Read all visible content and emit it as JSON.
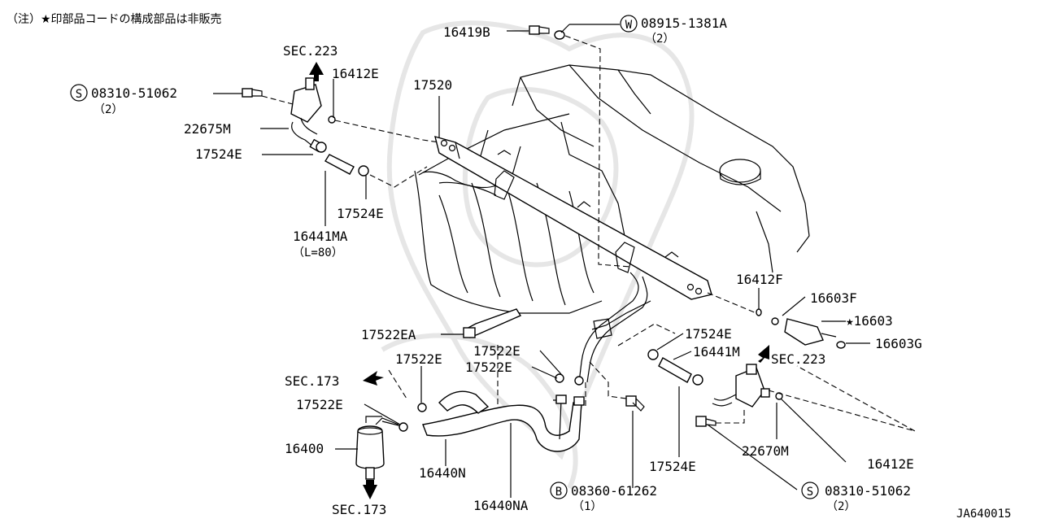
{
  "note": "（注）★印部品コードの構成部品は非販売",
  "drawing_id": "JA640015",
  "labels": {
    "p16419B": "16419B",
    "w08915": "08915-1381A",
    "w08915_qty": "（2）",
    "sec223_top": "SEC.223",
    "s08310_top": "08310-51062",
    "s08310_top_qty": "（2）",
    "p16412E_top": "16412E",
    "p17520": "17520",
    "p22675M": "22675M",
    "p17524E_a": "17524E",
    "p17524E_b": "17524E",
    "p16441MA": "16441MA",
    "p16441MA_len": "（L=80）",
    "p16412F": "16412F",
    "p16603F": "16603F",
    "p16603": "16603",
    "p16603G": "16603G",
    "sec223_right": "SEC.223",
    "p17524E_c": "17524E",
    "p16441M": "16441M",
    "p17522EA": "17522EA",
    "p17522E_a": "17522E",
    "p17522E_b": "17522E",
    "p17522E_c": "17522E",
    "sec173_top": "SEC.173",
    "p17522E_d": "17522E",
    "p16400": "16400",
    "p16440N": "16440N",
    "p16440NA": "16440NA",
    "b08360": "08360-61262",
    "b08360_qty": "（1）",
    "p17524E_d": "17524E",
    "p22670M": "22670M",
    "p16412E_bot": "16412E",
    "s08310_bot": "08310-51062",
    "s08310_bot_qty": "（2）",
    "sec173_bot": "SEC.173"
  },
  "symbols": {
    "w": "W",
    "s": "S",
    "b": "B",
    "star": "★"
  }
}
